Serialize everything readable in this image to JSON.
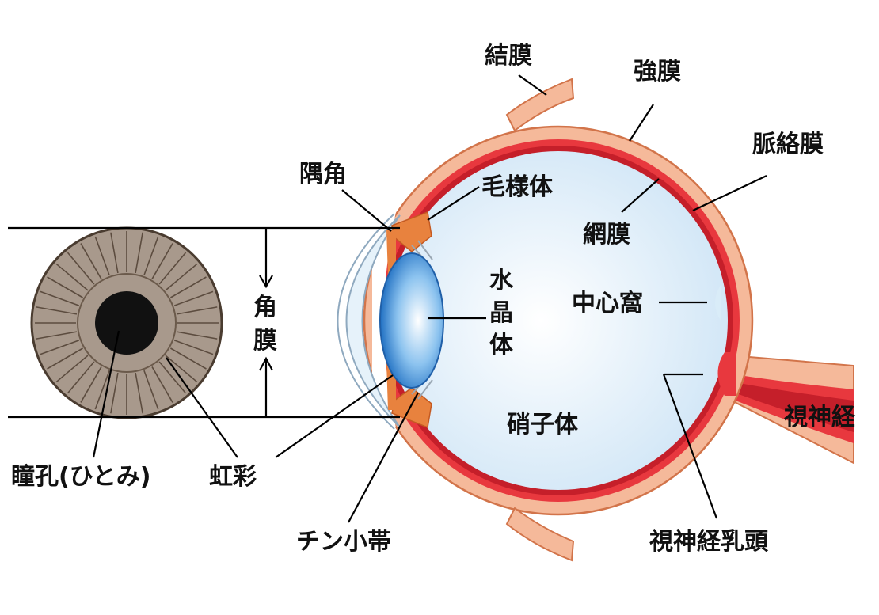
{
  "labels": {
    "conjunctiva": "結膜",
    "sclera": "強膜",
    "choroid": "脈絡膜",
    "angle": "隅角",
    "ciliary_body": "毛様体",
    "retina": "網膜",
    "cornea_1": "角",
    "cornea_2": "膜",
    "lens_1": "水",
    "lens_2": "晶",
    "lens_3": "体",
    "fovea": "中心窩",
    "vitreous": "硝子体",
    "optic_nerve": "視神経",
    "pupil": "瞳孔(ひとみ)",
    "iris": "虹彩",
    "zonule": "チン小帯",
    "optic_disc": "視神経乳頭"
  },
  "colors": {
    "sclera": "#f5b99a",
    "sclera_edge": "#d2744a",
    "choroid": "#e8383e",
    "retina": "#c51f2a",
    "interior": "#d9ecf8",
    "cornea": "#e6f2fa",
    "lens": "#3f93d9",
    "iris_body": "#a8998c",
    "pupil": "#111111"
  }
}
